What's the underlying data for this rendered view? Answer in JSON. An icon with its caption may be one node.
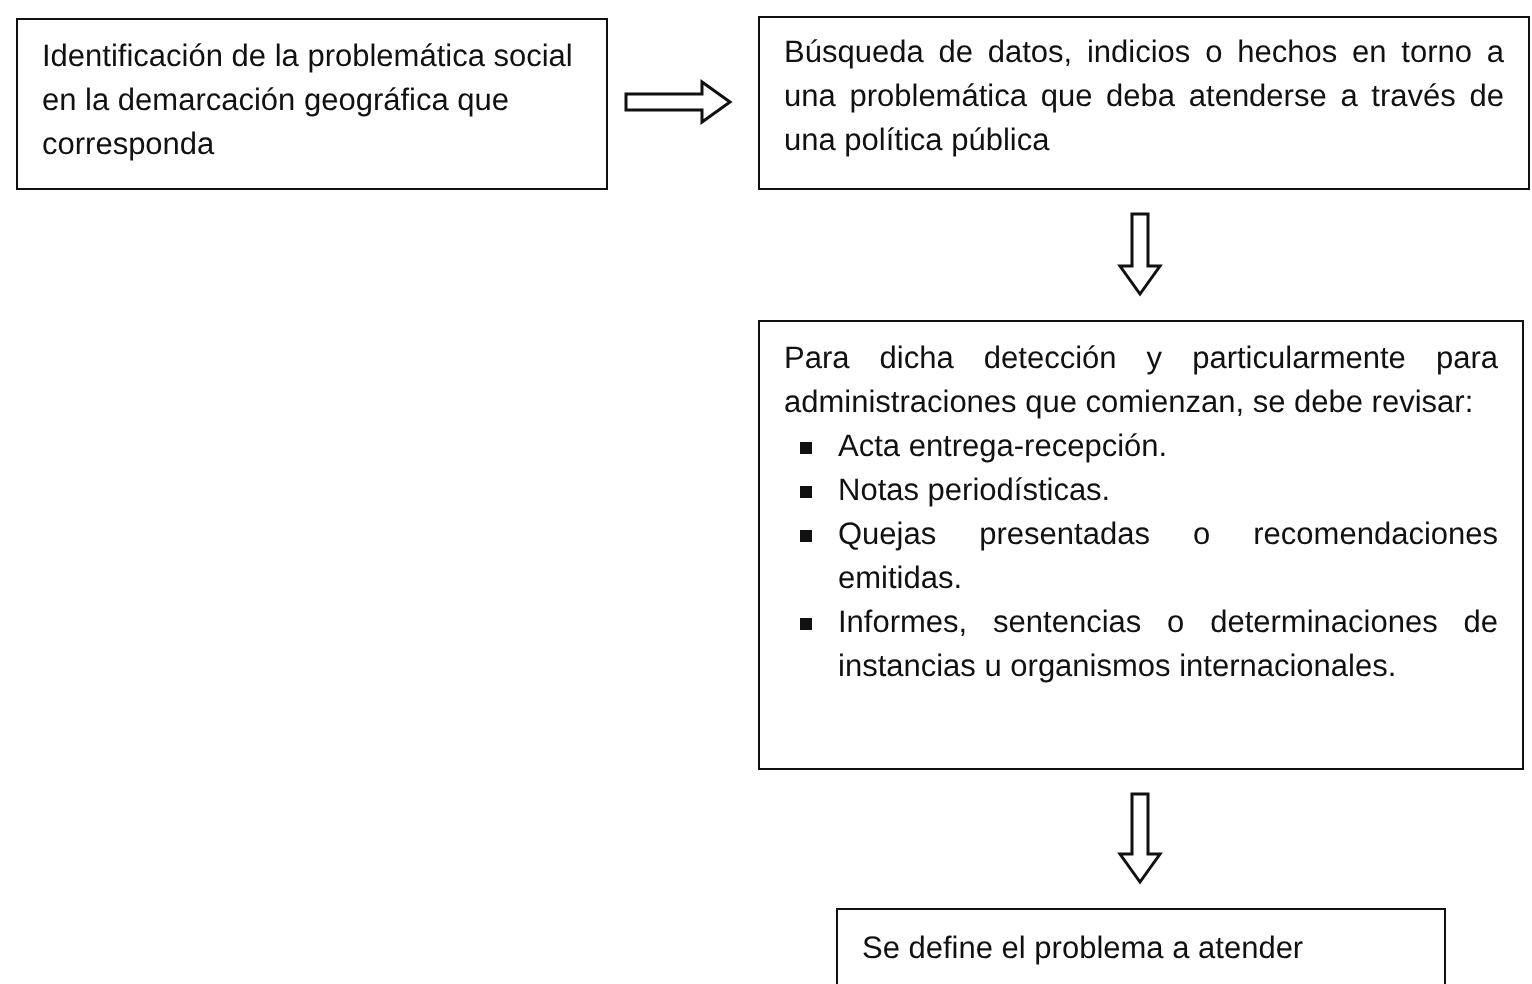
{
  "diagram": {
    "nodes": [
      {
        "text": [
          "Identificación de la problemática social en la demarcación geográfica que corresponda"
        ]
      },
      {
        "text": [
          "Búsqueda de datos, indicios o hechos en torno a una problemática que deba atenderse a través de una política pública"
        ]
      },
      {
        "text": [
          "Para dicha detección y particularmente para administraciones que comienzan, se debe revisar:",
          "Acta entrega-recepción.",
          "Notas periodísticas.",
          "Quejas presentadas o recomendaciones emitidas.",
          "Informes, sentencias o determinaciones de instancias u organismos internacionales."
        ]
      },
      {
        "text": [
          "Se define el problema a atender"
        ]
      }
    ],
    "edges": [
      {
        "from": 0,
        "to": 1,
        "arrow": "to"
      },
      {
        "from": 1,
        "to": 2,
        "arrow": "to"
      },
      {
        "from": 2,
        "to": 3,
        "arrow": "to"
      }
    ]
  }
}
